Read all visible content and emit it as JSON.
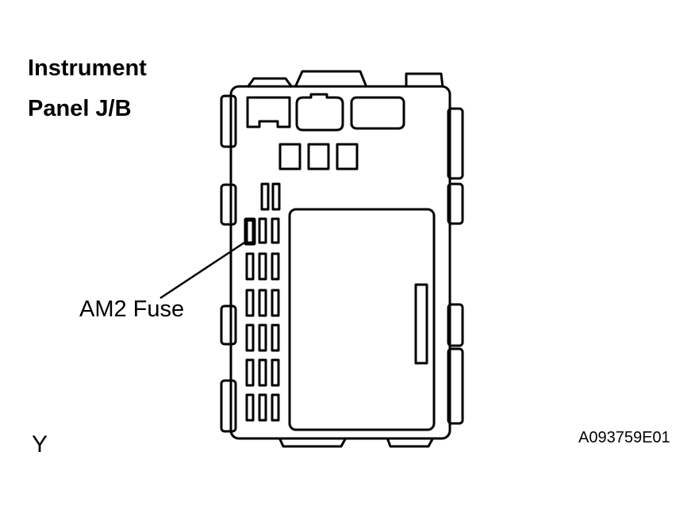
{
  "title": {
    "line1": "Instrument",
    "line2": "Panel J/B"
  },
  "callout": {
    "fuse_label": "AM2 Fuse"
  },
  "view_label": "Y",
  "figure_id": "A093759E01",
  "colors": {
    "line": "#000000",
    "background": "#ffffff"
  }
}
